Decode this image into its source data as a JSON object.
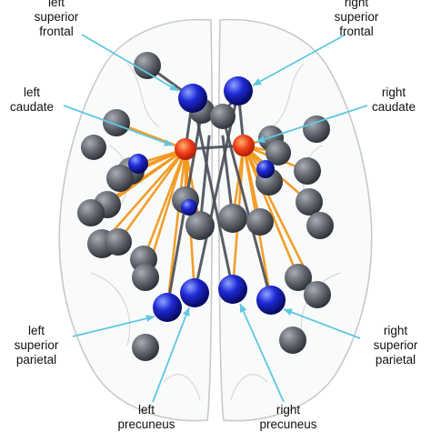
{
  "labels": {
    "left_superior_frontal": [
      "left",
      "superior",
      "frontal"
    ],
    "right_superior_frontal": [
      "right",
      "superior",
      "frontal"
    ],
    "left_caudate": [
      "left",
      "caudate"
    ],
    "right_caudate": [
      "right",
      "caudate"
    ],
    "left_superior_parietal": [
      "left",
      "superior",
      "parietal"
    ],
    "right_superior_parietal": [
      "right",
      "superior",
      "parietal"
    ],
    "left_precuneus": [
      "left",
      "precuneus"
    ],
    "right_precuneus": [
      "right",
      "precuneus"
    ]
  },
  "colors": {
    "hub_blue": "#1a22c8",
    "caudate_red": "#e8341a",
    "node_gray": "#5f646d",
    "edge_orange": "#f29a1f",
    "edge_gray": "#4a4d55",
    "pointer_cyan": "#5fc7e0",
    "brain_outline": "#c9ccd0"
  }
}
